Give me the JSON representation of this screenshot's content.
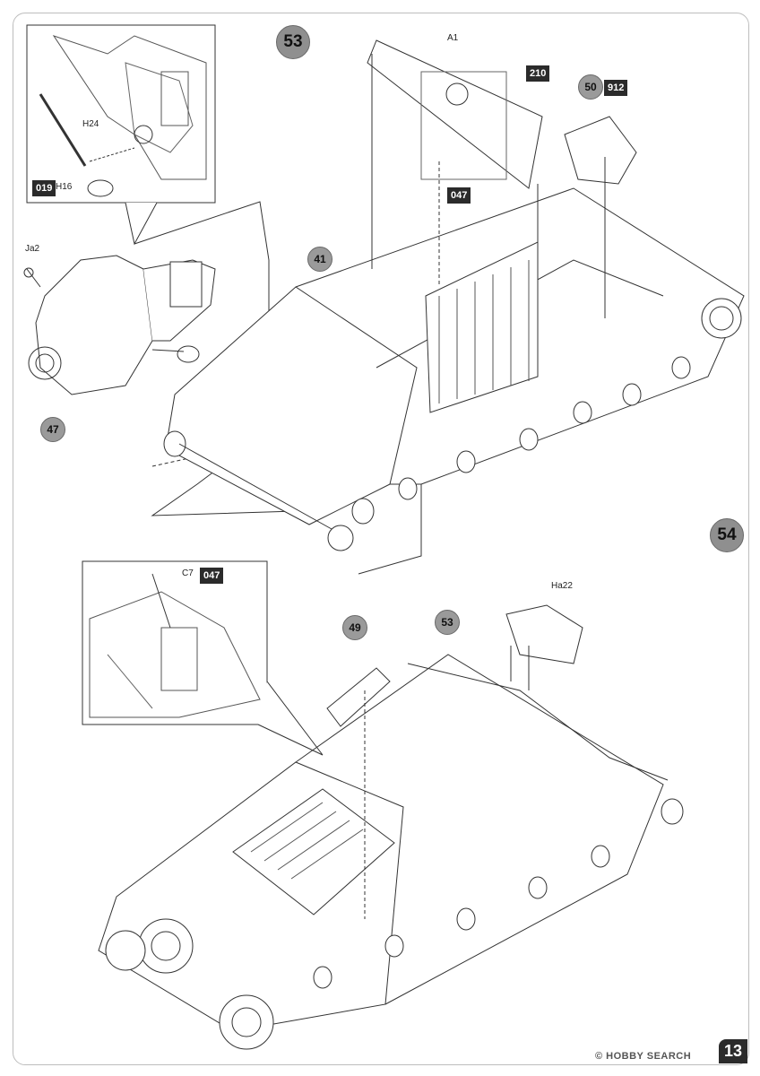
{
  "steps": {
    "top": "53",
    "bottom": "54"
  },
  "callouts": {
    "s53_inset_part_a": "019",
    "s53_inset_part_b": "H16",
    "s53_inset_part_c": "H24",
    "s53_part_ja2": "Ja2",
    "s53_sub_47": "47",
    "s53_sub_41": "41",
    "s53_part_a1": "A1",
    "s53_code_210": "210",
    "s53_code_047": "047",
    "s53_sub_50": "50",
    "s53_code_912": "912",
    "s54_part_c7": "C7",
    "s54_code_047": "047",
    "s54_part_ha22": "Ha22",
    "s54_sub_49": "49",
    "s54_sub_53": "53"
  },
  "page_number": "13",
  "watermark": "© HOBBY SEARCH",
  "colors": {
    "badge": "#8f8f8f",
    "code_bg": "#2b2b2b",
    "line": "#333333"
  }
}
